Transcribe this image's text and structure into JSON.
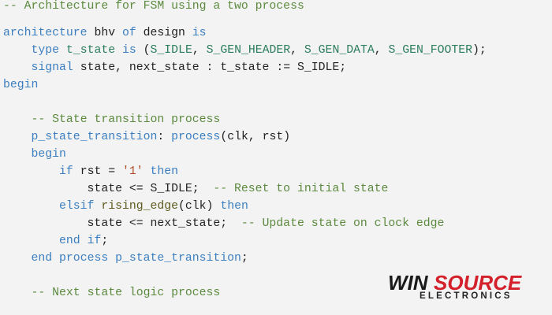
{
  "code_lines": [
    [
      [
        "-- Architecture for FSM using a two process",
        "cm"
      ]
    ],
    [
      [
        "architecture",
        "kw"
      ],
      [
        " bhv ",
        "tx"
      ],
      [
        "of",
        "kw"
      ],
      [
        " design ",
        "tx"
      ],
      [
        "is",
        "kw"
      ]
    ],
    [
      [
        "    ",
        "tx"
      ],
      [
        "type",
        "kw"
      ],
      [
        " ",
        "tx"
      ],
      [
        "t_state",
        "ty"
      ],
      [
        " ",
        "tx"
      ],
      [
        "is",
        "kw"
      ],
      [
        " (",
        "tx"
      ],
      [
        "S_IDLE",
        "ty"
      ],
      [
        ", ",
        "tx"
      ],
      [
        "S_GEN_HEADER",
        "ty"
      ],
      [
        ", ",
        "tx"
      ],
      [
        "S_GEN_DATA",
        "ty"
      ],
      [
        ", ",
        "tx"
      ],
      [
        "S_GEN_FOOTER",
        "ty"
      ],
      [
        ");",
        "tx"
      ]
    ],
    [
      [
        "    ",
        "tx"
      ],
      [
        "signal",
        "kw"
      ],
      [
        " state, next_state : t_state := S_IDLE;",
        "tx"
      ]
    ],
    [
      [
        "begin",
        "kw"
      ]
    ],
    [],
    [
      [
        "    ",
        "tx"
      ],
      [
        "-- State transition process",
        "cm"
      ]
    ],
    [
      [
        "    ",
        "tx"
      ],
      [
        "p_state_transition",
        "kw"
      ],
      [
        ": ",
        "tx"
      ],
      [
        "process",
        "kw"
      ],
      [
        "(clk, rst)",
        "tx"
      ]
    ],
    [
      [
        "    ",
        "tx"
      ],
      [
        "begin",
        "kw"
      ]
    ],
    [
      [
        "        ",
        "tx"
      ],
      [
        "if",
        "kw"
      ],
      [
        " rst = ",
        "tx"
      ],
      [
        "'1'",
        "st"
      ],
      [
        " ",
        "tx"
      ],
      [
        "then",
        "kw"
      ]
    ],
    [
      [
        "            state <= S_IDLE;  ",
        "tx"
      ],
      [
        "-- Reset to initial state",
        "cm"
      ]
    ],
    [
      [
        "        ",
        "tx"
      ],
      [
        "elsif",
        "kw"
      ],
      [
        " ",
        "tx"
      ],
      [
        "rising_edge",
        "fn"
      ],
      [
        "(clk) ",
        "tx"
      ],
      [
        "then",
        "kw"
      ]
    ],
    [
      [
        "            state <= next_state;  ",
        "tx"
      ],
      [
        "-- Update state on clock edge",
        "cm"
      ]
    ],
    [
      [
        "        ",
        "tx"
      ],
      [
        "end if",
        "kw"
      ],
      [
        ";",
        "tx"
      ]
    ],
    [
      [
        "    ",
        "tx"
      ],
      [
        "end process p_state_transition",
        "kw"
      ],
      [
        ";",
        "tx"
      ]
    ],
    [],
    [
      [
        "    ",
        "tx"
      ],
      [
        "-- Next state logic process",
        "cm"
      ]
    ]
  ],
  "logo": {
    "main_1": "WIN",
    "main_2": "SOURCE",
    "sub": "ELECTRONICS"
  },
  "colors": {
    "keyword": "#3b7fc0",
    "type": "#2a7d5c",
    "comment": "#5b8a3e",
    "string": "#b0502a",
    "brand_red": "#d3202a"
  }
}
